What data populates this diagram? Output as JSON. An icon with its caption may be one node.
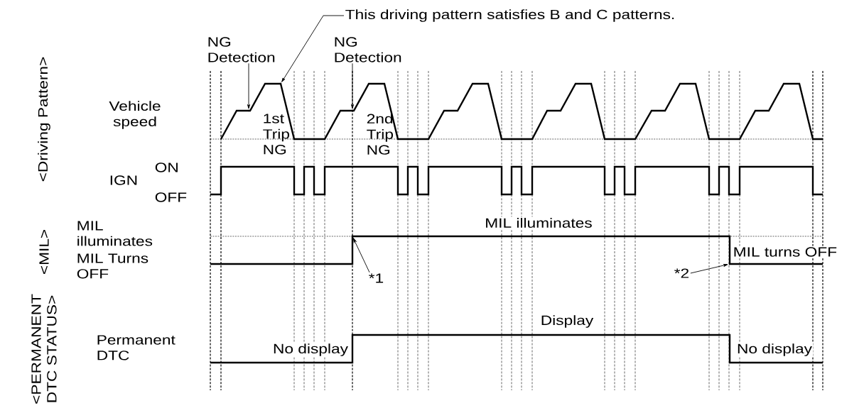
{
  "diagram": {
    "nodes": [
      {
        "text": [
          "This driving pattern satisfies B and C patterns."
        ]
      },
      {
        "text": [
          "NG Detection"
        ]
      },
      {
        "text": [
          "NG Detection"
        ]
      },
      {
        "text": [
          "*1"
        ]
      },
      {
        "text": [
          "*2"
        ]
      },
      {
        "text": [],
        "shape": "point"
      },
      {
        "text": [],
        "shape": "point"
      },
      {
        "text": [],
        "shape": "point"
      },
      {
        "text": [],
        "shape": "point"
      },
      {
        "text": [],
        "shape": "point"
      }
    ],
    "edges": [
      {
        "from": 0,
        "to": 6,
        "arrow": "to"
      },
      {
        "from": 1,
        "to": 5,
        "arrow": "to"
      },
      {
        "from": 2,
        "to": 7,
        "arrow": "to"
      },
      {
        "from": 3,
        "to": 8,
        "arrow": "to"
      },
      {
        "from": 4,
        "to": 9,
        "arrow": "to"
      }
    ],
    "labels": [
      "<Driving Pattern>",
      "Vehicle speed",
      "1st Trip NG",
      "2nd Trip NG",
      "IGN",
      "ON",
      "OFF",
      "<MIL>",
      "MIL illuminates",
      "MIL illuminates",
      "MIL Turns OFF",
      "MIL turns OFF",
      "<PERMANENT DTC STATUS>",
      "Permanent DTC",
      "Display",
      "No display",
      "No display"
    ]
  }
}
